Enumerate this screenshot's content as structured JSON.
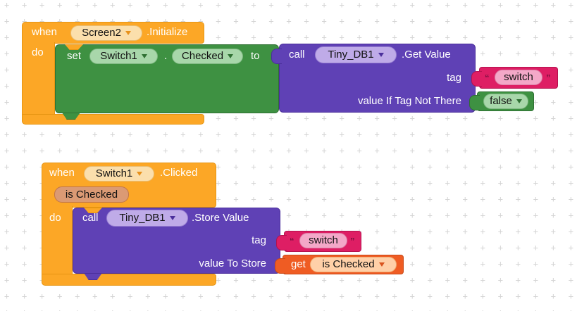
{
  "grid": {
    "glyph": "+"
  },
  "colors": {
    "event_orange": "#FCA726",
    "setter_green": "#3E9142",
    "method_purple": "#5F41B5",
    "text_pink": "#DE1E64",
    "logic_green": "#3E9142",
    "variable_orange": "#EF5C23",
    "grid_cross": "#d5d5d5"
  },
  "top_event": {
    "when": "when",
    "component": "Screen2",
    "event": ".Initialize",
    "do": "do"
  },
  "top_setter": {
    "set": "set",
    "component": "Switch1",
    "dot": ".",
    "property": "Checked",
    "to": "to"
  },
  "top_call": {
    "call": "call",
    "component": "Tiny_DB1",
    "method": ".Get Value",
    "arg1": "tag",
    "arg2": "value If Tag Not There"
  },
  "top_text": {
    "open_quote": "“",
    "value": "switch",
    "close_quote": "”"
  },
  "top_logic": {
    "value": "false"
  },
  "bottom_event": {
    "when": "when",
    "component": "Switch1",
    "event": ".Clicked",
    "param": "is Checked",
    "do": "do"
  },
  "bottom_call": {
    "call": "call",
    "component": "Tiny_DB1",
    "method": ".Store Value",
    "arg1": "tag",
    "arg2": "value To Store"
  },
  "bottom_text": {
    "open_quote": "“",
    "value": "switch",
    "close_quote": "”"
  },
  "bottom_get": {
    "get": "get",
    "variable": "is Checked"
  }
}
